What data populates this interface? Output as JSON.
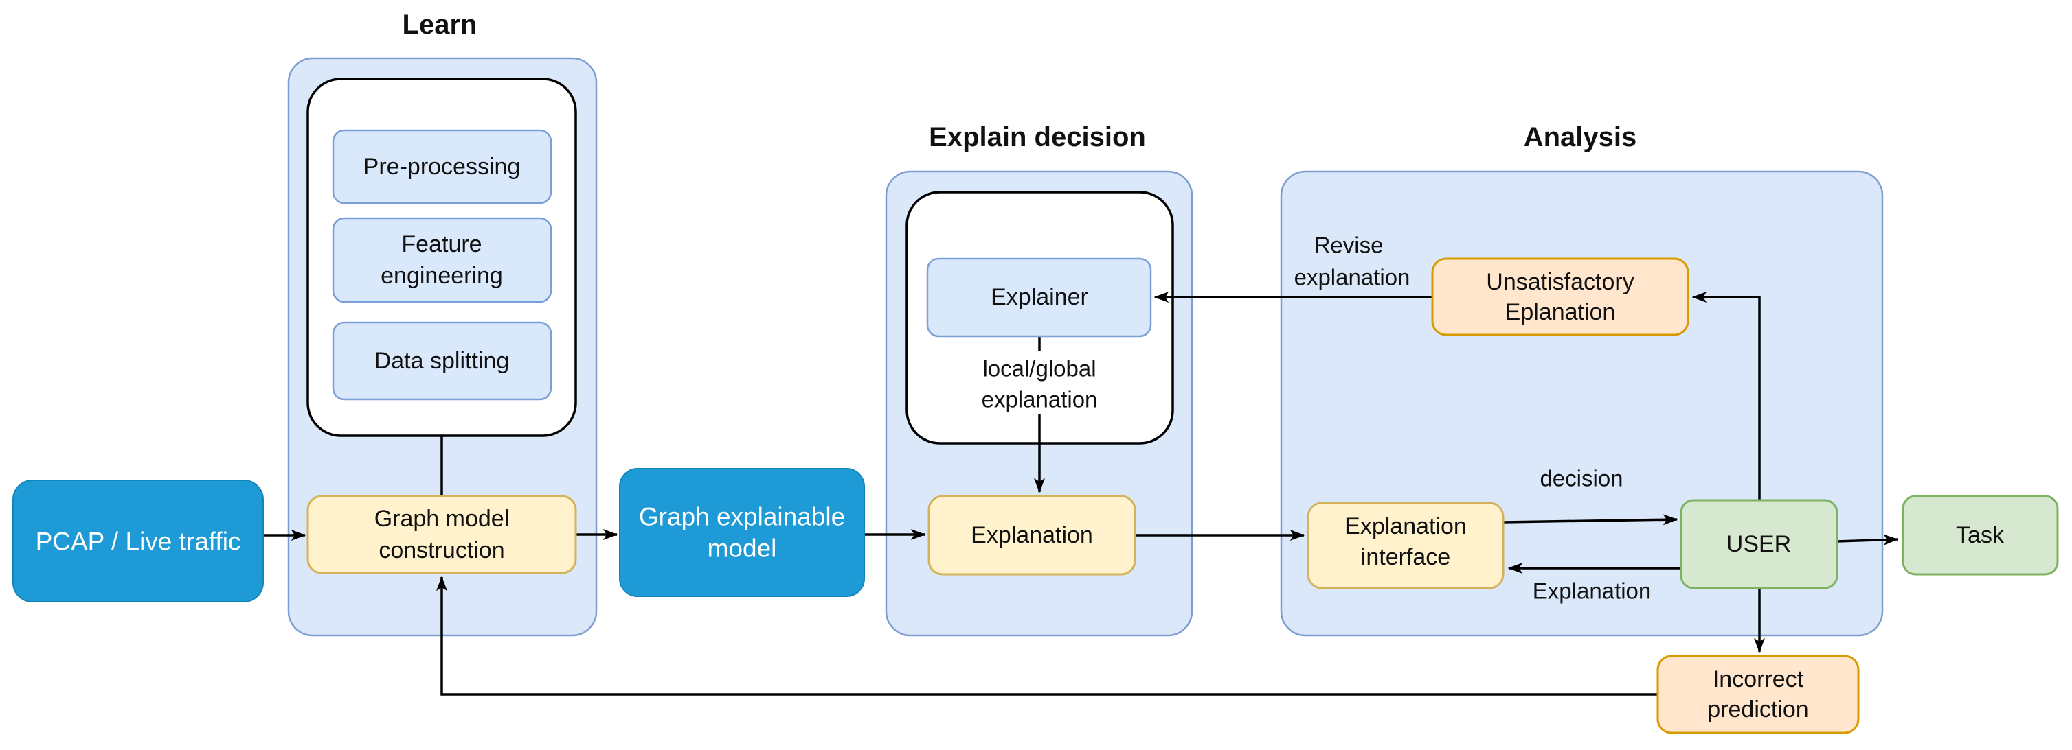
{
  "titles": {
    "learn": "Learn",
    "explain_decision": "Explain decision",
    "analysis": "Analysis"
  },
  "nodes": {
    "pcap": {
      "label": "PCAP / Live traffic"
    },
    "pre_processing": {
      "label": "Pre-processing"
    },
    "feature_engineering": {
      "line1": "Feature",
      "line2": "engineering"
    },
    "data_splitting": {
      "label": "Data splitting"
    },
    "graph_model_construction": {
      "line1": "Graph model",
      "line2": "construction"
    },
    "graph_explainable_model": {
      "line1": "Graph explainable",
      "line2": "model"
    },
    "explainer": {
      "label": "Explainer"
    },
    "explanation": {
      "label": "Explanation"
    },
    "unsatisfactory_explanation": {
      "line1": "Unsatisfactory",
      "line2": "Eplanation"
    },
    "explanation_interface": {
      "line1": "Explanation",
      "line2": "interface"
    },
    "user": {
      "label": "USER"
    },
    "task": {
      "label": "Task"
    },
    "incorrect_prediction": {
      "line1": "Incorrect",
      "line2": "prediction"
    }
  },
  "edge_labels": {
    "revise_explanation": {
      "line1": "Revise",
      "line2": "explanation"
    },
    "local_global_explanation": {
      "line1": "local/global",
      "line2": "explanation"
    },
    "decision": "decision",
    "explanation_return": "Explanation"
  },
  "colors": {
    "container_fill": "#dbe8fa",
    "container_stroke": "#7e9ed3",
    "lightblue_fill": "#dae8fc",
    "lightblue_stroke": "#7b9fd6",
    "yellow_fill": "#fff2cc",
    "yellow_stroke": "#d4b259",
    "orange_fill": "#ffe6cc",
    "orange_stroke": "#d79b00",
    "green_fill": "#d7e8d1",
    "green_stroke": "#7cb261",
    "bright_blue_fill": "#1e9bd7",
    "bright_blue_stroke": "#1385bb",
    "edge_color": "#000000",
    "white_box_stroke": "#000000"
  }
}
